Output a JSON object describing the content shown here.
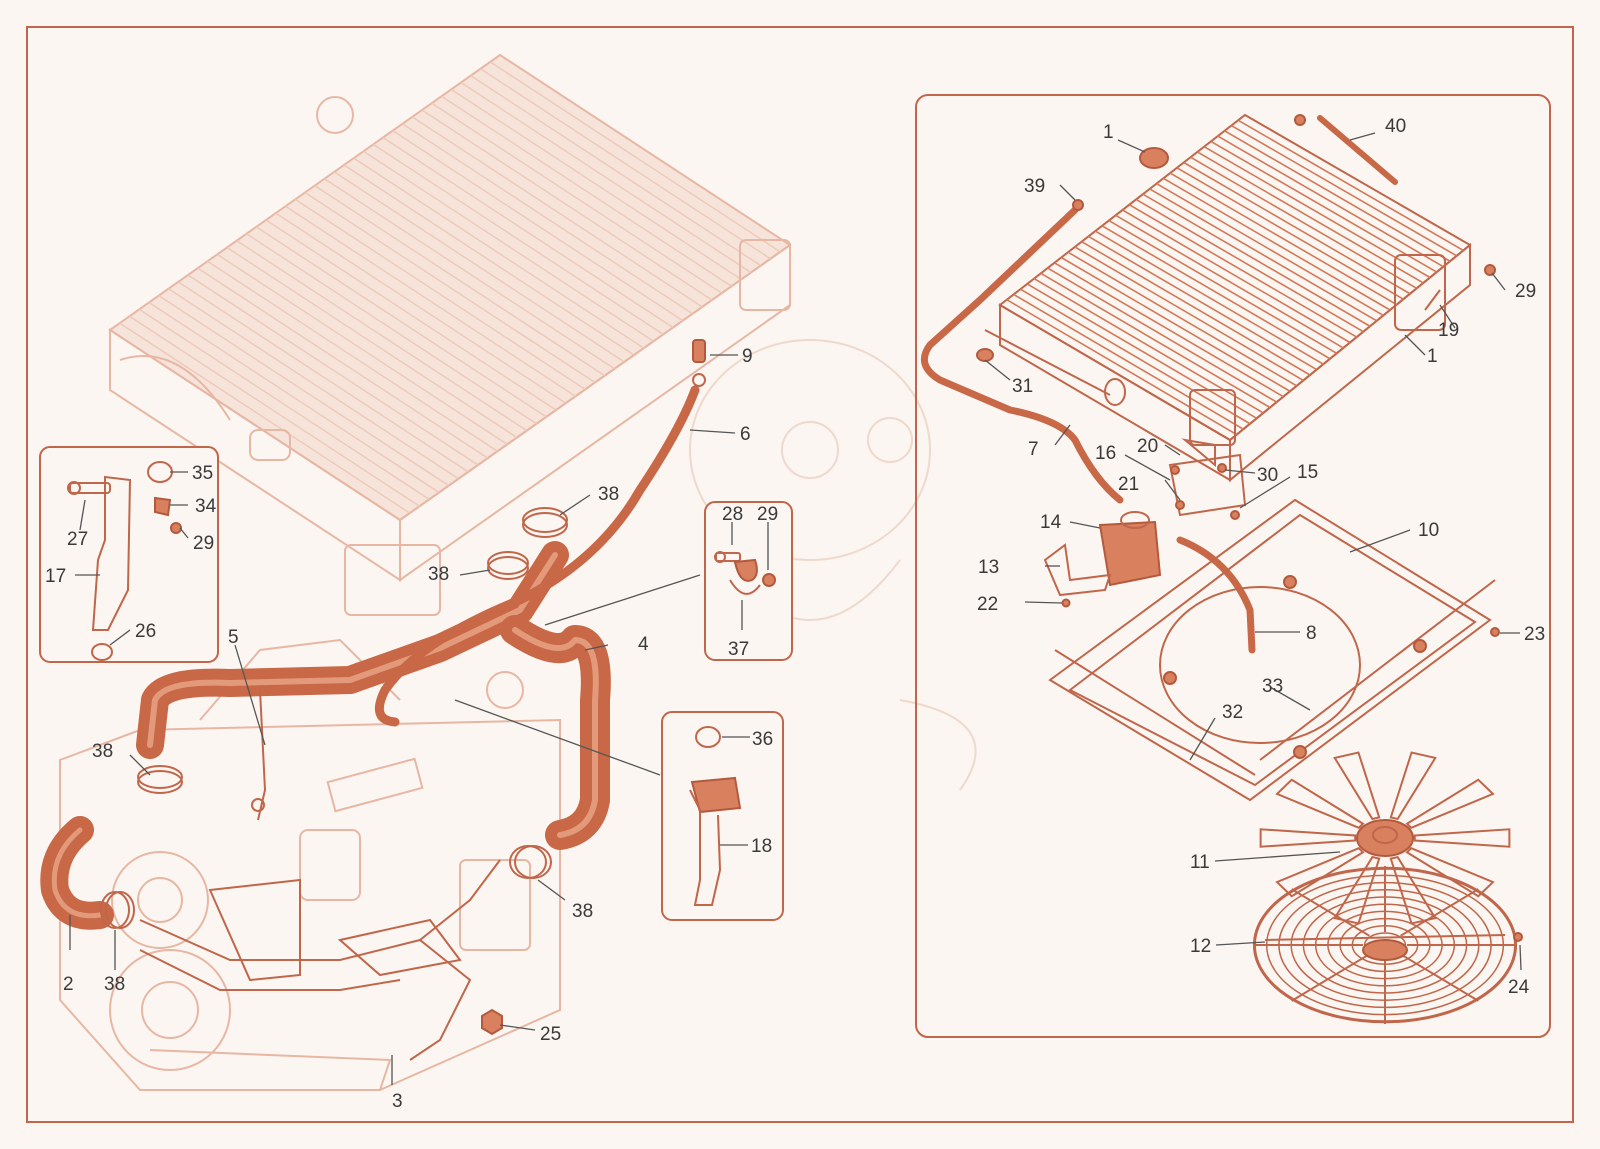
{
  "callouts": {
    "c1a": "1",
    "c1b": "1",
    "c2": "2",
    "c3": "3",
    "c4": "4",
    "c5": "5",
    "c6": "6",
    "c7": "7",
    "c8": "8",
    "c9": "9",
    "c10": "10",
    "c11": "11",
    "c12": "12",
    "c13": "13",
    "c14": "14",
    "c15": "15",
    "c16": "16",
    "c17": "17",
    "c18": "18",
    "c19": "19",
    "c20": "20",
    "c21": "21",
    "c22": "22",
    "c23": "23",
    "c24": "24",
    "c25": "25",
    "c26": "26",
    "c27": "27",
    "c28": "28",
    "c29a": "29",
    "c29b": "29",
    "c29c": "29",
    "c30": "30",
    "c31": "31",
    "c32": "32",
    "c33": "33",
    "c34": "34",
    "c35": "35",
    "c36": "36",
    "c37": "37",
    "c38a": "38",
    "c38b": "38",
    "c38c": "38",
    "c38d": "38",
    "c38e": "38",
    "c39": "39",
    "c40": "40"
  },
  "colors": {
    "accent": "#c0664a",
    "part": "#d9805f",
    "ghost": "#e7b7a4",
    "background": "#fbf6f1"
  }
}
